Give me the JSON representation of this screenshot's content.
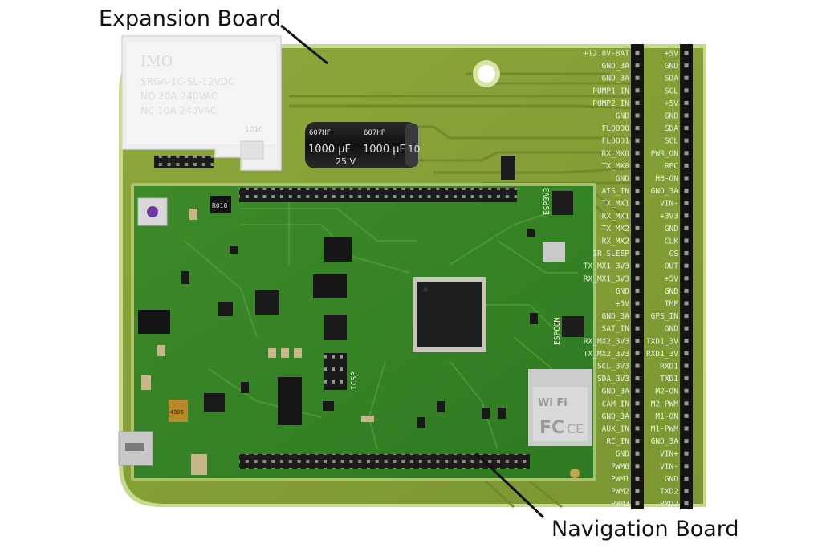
{
  "callouts": {
    "expansion": "Expansion Board",
    "navigation": "Navigation Board"
  },
  "relay": {
    "brand": "IMO",
    "model": "SRGA-1C-SL-12VDC",
    "rating1": "NO 20A 240VAC",
    "rating2": "NC 10A 240VAC",
    "code": "1016"
  },
  "capacitor": {
    "line1": "607HF",
    "line2": "1000 µF",
    "line3": "10",
    "line4": "25 V"
  },
  "pins_left": [
    "+12.8V-BAT",
    "GND_3A",
    "GND_3A",
    "PUMP1_IN",
    "PUMP2_IN",
    "GND",
    "FLOOD0",
    "FLOOD1",
    "RX_MX0",
    "TX_MX0",
    "GND",
    "AIS_IN",
    "TX_MX1",
    "RX_MX1",
    "TX_MX2",
    "RX_MX2",
    "IR_SLEEP",
    "TX_MX1_3V3",
    "RX_MX1_3V3",
    "GND",
    "+5V",
    "GND_3A",
    "SAT_IN",
    "RX_MX2_3V3",
    "TX_MX2_3V3",
    "SCL_3V3",
    "SDA_3V3",
    "GND_3A",
    "CAM_IN",
    "GND_3A",
    "AUX_IN",
    "RC_IN",
    "GND",
    "PWM0",
    "PWM1",
    "PWM2",
    "PWM3"
  ],
  "pins_right": [
    "+5V",
    "GND",
    "SDA",
    "SCL",
    "+5V",
    "GND",
    "SDA",
    "SCL",
    "PWR_ON",
    "REC",
    "HB-ON",
    "GND_3A",
    "VIN-",
    "+3V3",
    "GND",
    "CLK",
    "CS",
    "OUT",
    "+5V",
    "GND",
    "TMP",
    "GPS_IN",
    "GND",
    "TXD1_3V",
    "RXD1_3V",
    "RXD1",
    "TXD1",
    "M2-ON",
    "M2-PWM",
    "M1-ON",
    "M1-PWM",
    "GND_3A",
    "VIN+",
    "VIN-",
    "GND",
    "TXD2",
    "RXD2"
  ],
  "board_labels": {
    "esp3v3": "ESP3V3",
    "espcom": "ESPCOM",
    "icsp": "ICSP",
    "resistor": "R010",
    "fuse": "4905"
  },
  "wifi_module": {
    "line1": "Wi Fi",
    "line2": "FC",
    "line3": "CE"
  }
}
